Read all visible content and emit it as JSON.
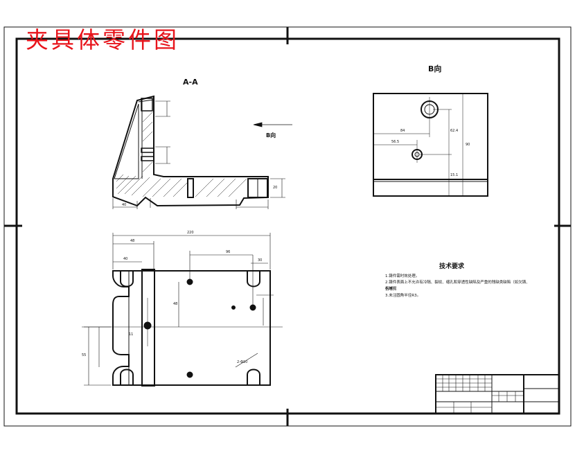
{
  "title": "夹具体零件图",
  "views": {
    "section_label": "A-A",
    "view_b_label": "B向",
    "arrow_label": "B向"
  },
  "technical_requirements": {
    "heading": "技术要求",
    "items": [
      "1.铸件需时效处理。",
      "2.铸件表面上不允许有冷隔、裂纹、缩孔和穿透性缺陷及严重的残缺类缺陷（如欠铸、机械损",
      "伤等）。",
      "3.未注圆角半径R3。"
    ]
  },
  "dimensions": {
    "top_view_width": "220",
    "left_offset": "48",
    "inner_offset": "40",
    "hole_spacing": "96",
    "right_offset": "30",
    "vertical_a": "48",
    "vertical_b": "11",
    "vertical_c": "55",
    "angle_label": "2-Φ10",
    "base_thick": "20",
    "rib_w": "40",
    "view_b_h": "90",
    "view_b_w1": "84",
    "view_b_w2": "56.5",
    "view_b_v1": "62.4",
    "view_b_v2": "15.1"
  },
  "colors": {
    "title": "#e8141b",
    "line": "#111111"
  }
}
